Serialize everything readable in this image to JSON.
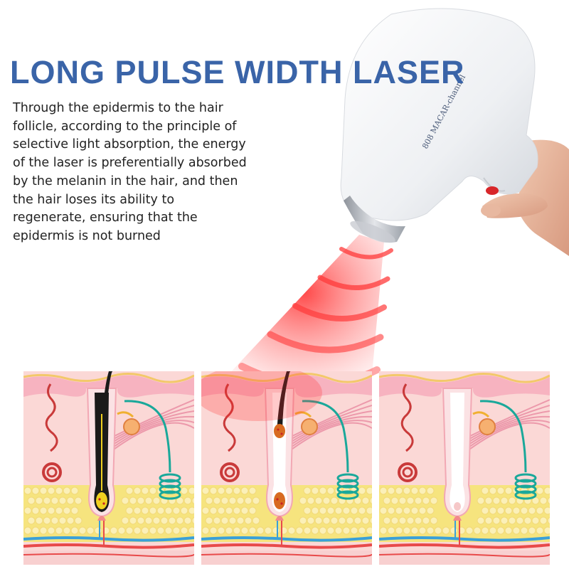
{
  "headline": "LONG PULSE WIDTH LASER",
  "description": "Through the epidermis to the hair follicle, according to the principle of selective light absorption, the energy of the laser is preferentially absorbed by the melanin in the hair, and then the hair loses its ability to regenerate, ensuring that the epidermis is not burned",
  "device": {
    "brand_text": "808 MACAR-channel",
    "body_color": "#f4f5f7",
    "lens_color": "#b8bcc4"
  },
  "beam": {
    "color": "#ff2a2a"
  },
  "panels": [
    {
      "stage": "before-treatment",
      "hair_color": "#1a1a1a",
      "follicle_color": "#1a1a1a",
      "bulb_color": "#f0d020"
    },
    {
      "stage": "during-treatment",
      "hair_color": "#1a1a1a",
      "follicle_color": "#ffffff",
      "bulb_color": "#d86a20"
    },
    {
      "stage": "after-treatment",
      "hair_color": "none",
      "follicle_color": "#ffffff",
      "bulb_color": "#ffffff"
    }
  ],
  "skin_colors": {
    "epidermis": "#f7b3c0",
    "dermis": "#fbd8d6",
    "fat": "#f6e47e",
    "fat_cells": "#fbf0b8",
    "artery": "#e84a4a",
    "vein": "#3aa0d8",
    "gland": "#1aa89a",
    "sweat_duct": "#c93a3a"
  }
}
